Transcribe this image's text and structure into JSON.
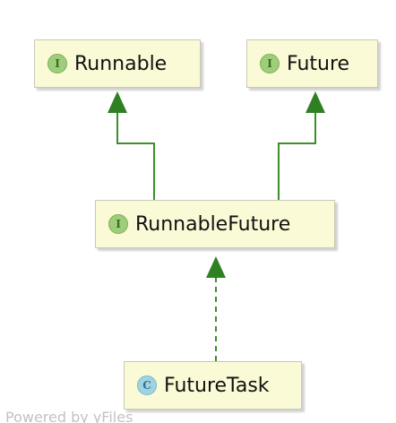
{
  "nodes": {
    "runnable": {
      "label": "Runnable",
      "kind": "interface",
      "badge": "I"
    },
    "future": {
      "label": "Future",
      "kind": "interface",
      "badge": "I"
    },
    "runnable_future": {
      "label": "RunnableFuture",
      "kind": "interface",
      "badge": "I"
    },
    "future_task": {
      "label": "FutureTask",
      "kind": "class",
      "badge": "C"
    }
  },
  "edges": [
    {
      "from": "runnable_future",
      "to": "runnable",
      "style": "solid",
      "relation": "extends"
    },
    {
      "from": "runnable_future",
      "to": "future",
      "style": "solid",
      "relation": "extends"
    },
    {
      "from": "future_task",
      "to": "runnable_future",
      "style": "dashed",
      "relation": "implements"
    }
  ],
  "colors": {
    "node_fill": "#fbfad6",
    "edge": "#3a8f2a",
    "interface_badge": "#9fce7a",
    "class_badge": "#9fd3e2"
  },
  "watermark": "Powered by yFiles"
}
